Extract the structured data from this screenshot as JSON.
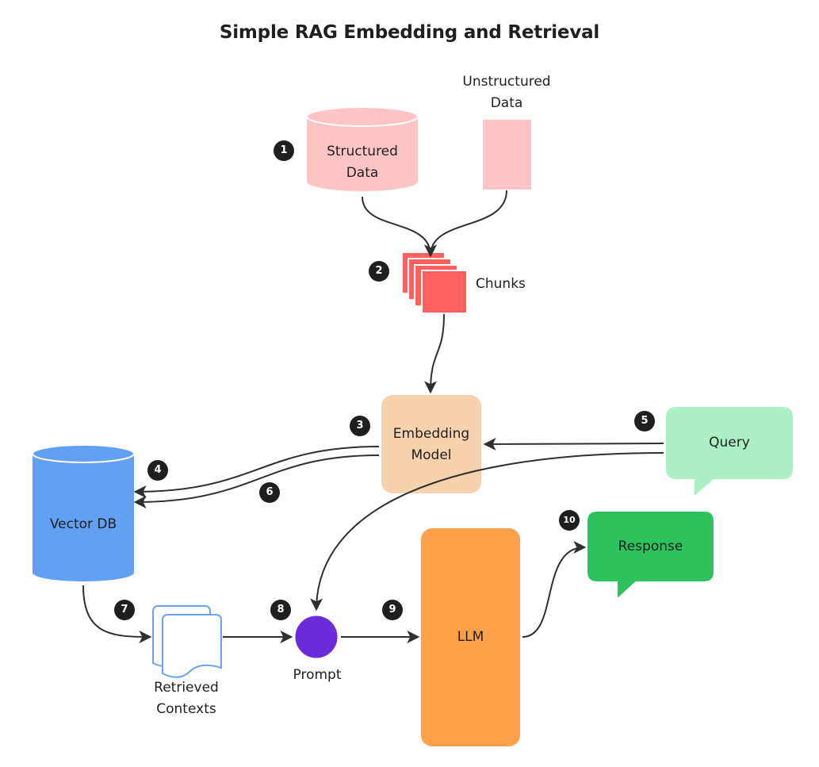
{
  "title": "Simple RAG Embedding and Retrieval",
  "nodes": {
    "structured_data": "Structured\nData",
    "unstructured_data": "Unstructured\nData",
    "chunks": "Chunks",
    "embedding_model": "Embedding\nModel",
    "query": "Query",
    "vector_db": "Vector DB",
    "retrieved_contexts": "Retrieved\nContexts",
    "prompt": "Prompt",
    "llm": "LLM",
    "response": "Response"
  },
  "steps": [
    "1",
    "2",
    "3",
    "4",
    "5",
    "6",
    "7",
    "8",
    "9",
    "10"
  ],
  "colors": {
    "structured": "#ffc5c5",
    "unstructured": "#ffc5c5",
    "chunks": "#ff6161",
    "embedding": "#f6d2ae",
    "query": "#aef0c6",
    "vector_db": "#62a0f3",
    "contexts_stroke": "#6aa4ee",
    "prompt": "#6c2bd9",
    "llm": "#ffa04a",
    "response": "#2ec25e",
    "edge": "#2f2f2f"
  }
}
